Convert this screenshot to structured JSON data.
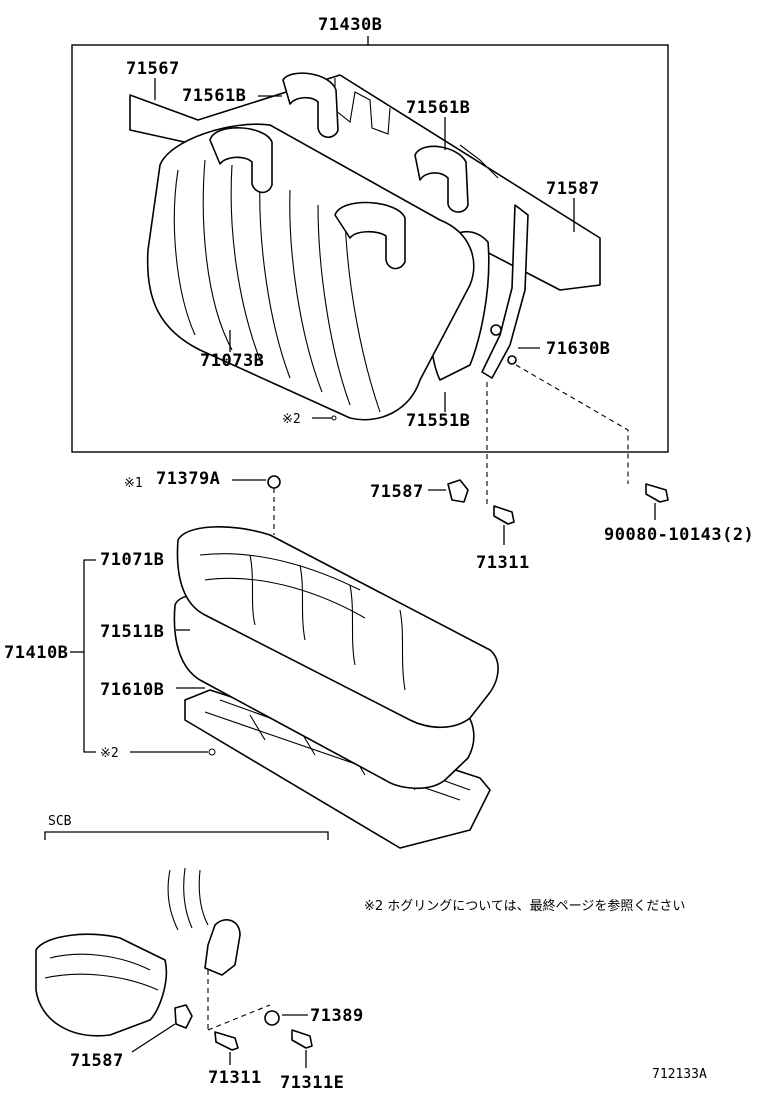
{
  "diagram": {
    "assembly_label": "71430B",
    "labels": {
      "p71567": "71567",
      "p71561b_left": "71561B",
      "p71561b_right": "71561B",
      "p71587_top": "71587",
      "p71630b": "71630B",
      "p71073b": "71073B",
      "p71551b": "71551B",
      "note2_top": "※2",
      "note1": "※1",
      "p71379a": "71379A",
      "p71587_mid": "71587",
      "p90080": "90080-10143(2)",
      "p71311_mid": "71311",
      "p71071b": "71071B",
      "p71410b": "71410B",
      "p71511b": "71511B",
      "p71610b": "71610B",
      "note2_lower": "※2",
      "scb": "SCB",
      "p71389": "71389",
      "p71587_bottom": "71587",
      "p71311_bottom": "71311",
      "p71311e": "71311E"
    },
    "note_text": "※2  ホグリングについては、最終ページを参照ください",
    "figure_id": "712133A"
  }
}
